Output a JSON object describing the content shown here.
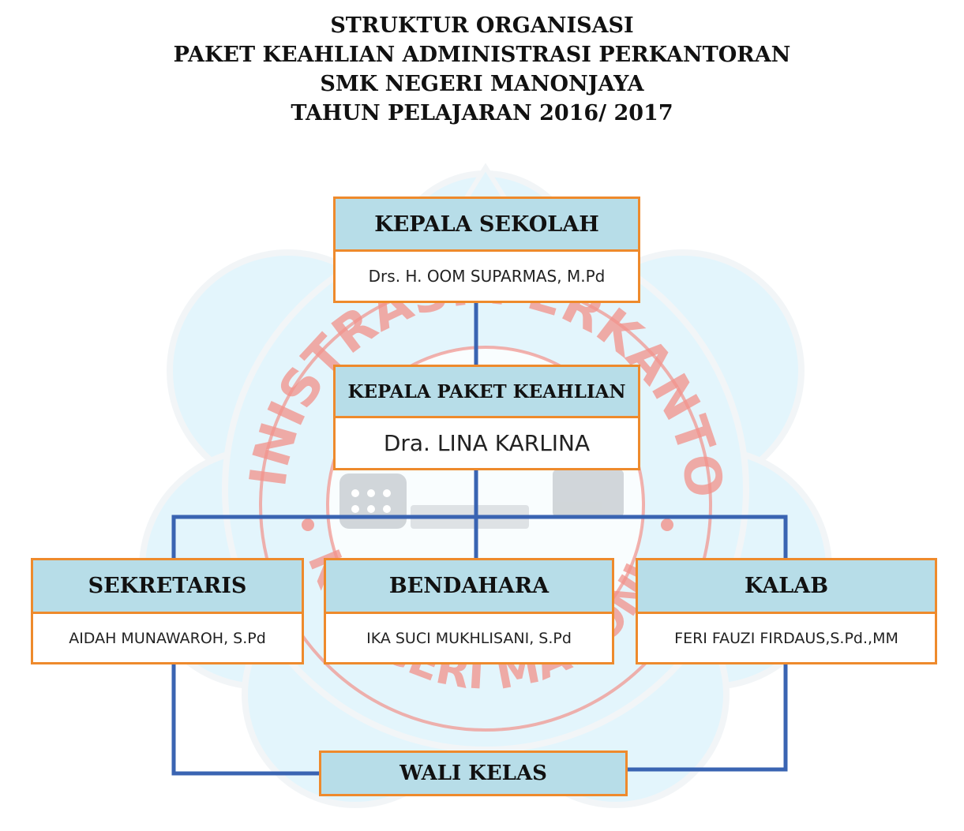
{
  "title": {
    "line1": "STRUKTUR ORGANISASI",
    "line2": "PAKET KEAHLIAN ADMINISTRASI PERKANTORAN",
    "line3": "SMK NEGERI MANONJAYA",
    "line4": "TAHUN PELAJARAN 2016/ 2017"
  },
  "watermark": {
    "arc_top": "ADMINISTRASI PERKANTORAN",
    "arc_bottom": "SMK NEGERI MANONJAYA",
    "ring_color": "#e8392c",
    "shape_color": "#cdeefa"
  },
  "nodes": {
    "kepala_sekolah": {
      "role": "KEPALA SEKOLAH",
      "name": "Drs. H. OOM SUPARMAS, M.Pd"
    },
    "kepala_paket": {
      "role": "KEPALA PAKET KEAHLIAN",
      "name": "Dra. LINA KARLINA"
    },
    "sekretaris": {
      "role": "SEKRETARIS",
      "name": "AIDAH MUNAWAROH, S.Pd"
    },
    "bendahara": {
      "role": "BENDAHARA",
      "name": "IKA SUCI MUKHLISANI,  S.Pd"
    },
    "kalab": {
      "role": "KALAB",
      "name": "FERI FAUZI FIRDAUS,S.Pd.,MM"
    },
    "wali_kelas": {
      "role": "WALI KELAS"
    }
  },
  "colors": {
    "box_border": "#ee8a2c",
    "header_fill": "#b7dde8",
    "connector": "#3a64b2"
  }
}
